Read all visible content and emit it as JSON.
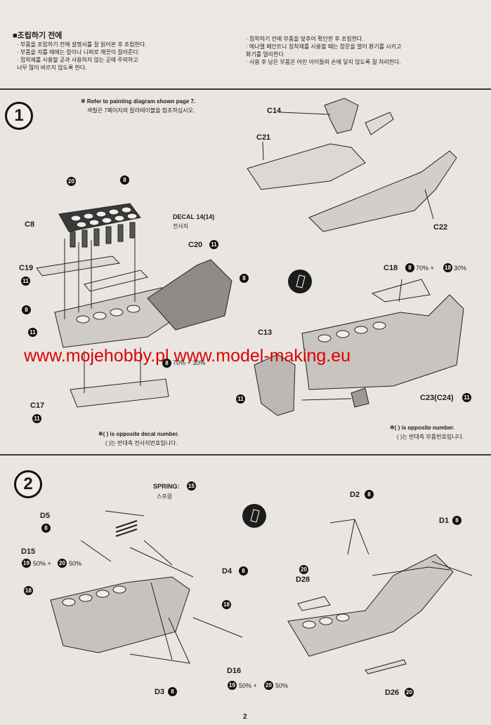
{
  "header": {
    "title": "조립하기 전에",
    "left_notes": [
      "· 부품을 조립하기 전에 설명서를 잘 읽어본 후 조립한다.",
      "· 부품을 자를 때에는 칼이나 니퍼로 깨끗이 잘라준다.",
      "· 접착제를 사용할 곳과 사용하지 않는 곳에 주의하고",
      "   너무 많이 바르지 않도록 한다."
    ],
    "right_notes": [
      "· 접착하기 전에 부품을 맞추어 확인한 후 조립한다.",
      "· 에나멜 페인트나 접착제를 사용할 때는 창문을 열어 환기를 시키고",
      "   화기를 멀리한다.",
      "· 사용 후 남은 부품은 어린 아이들의 손에 닿지 않도록 잘 처리한다."
    ]
  },
  "step1": {
    "number": "1",
    "refer_en": "※ Refer to painting diagram shown page 7.",
    "refer_kr": "색칠은 7페이지의 칼라테이블을 참조하십시오.",
    "labels": {
      "c14": "C14",
      "c21": "C21",
      "c22": "C22",
      "c8": "C8",
      "c19": "C19",
      "c20": "C20",
      "c17": "C17",
      "c18": "C18",
      "c13": "C13",
      "c23": "C23(C24)",
      "decal": "DECAL 14(14)",
      "decal_kr": "전사지"
    },
    "paint": {
      "p20": "20",
      "p8": "8",
      "p11": "11",
      "p18": "18"
    },
    "c18_mix": {
      "a_pct": "70% +",
      "b_pct": "30%"
    },
    "mid_mix": "70% +  30%",
    "note_left_en": "※( ) is opposite decal number.",
    "note_left_kr": "( )는 반대측 전사지번호입니다.",
    "note_right_en": "※( ) is opposite number.",
    "note_right_kr": "( )는 반대측 부품번호입니다."
  },
  "step2": {
    "number": "2",
    "labels": {
      "spring": "SPRING:",
      "spring_kr": "스프링",
      "d5": "D5",
      "d15": "D15",
      "d4": "D4",
      "d16": "D16",
      "d3": "D3",
      "d2": "D2",
      "d1": "D1",
      "d28": "D28",
      "d26": "D26"
    },
    "paint": {
      "p15": "15",
      "p8": "8",
      "p19": "19",
      "p20": "20",
      "p18": "18"
    },
    "mix_a": "50% +",
    "mix_b": "50%"
  },
  "watermark": "www.mojehobby.pl www.model-making.eu",
  "page_number": "2"
}
